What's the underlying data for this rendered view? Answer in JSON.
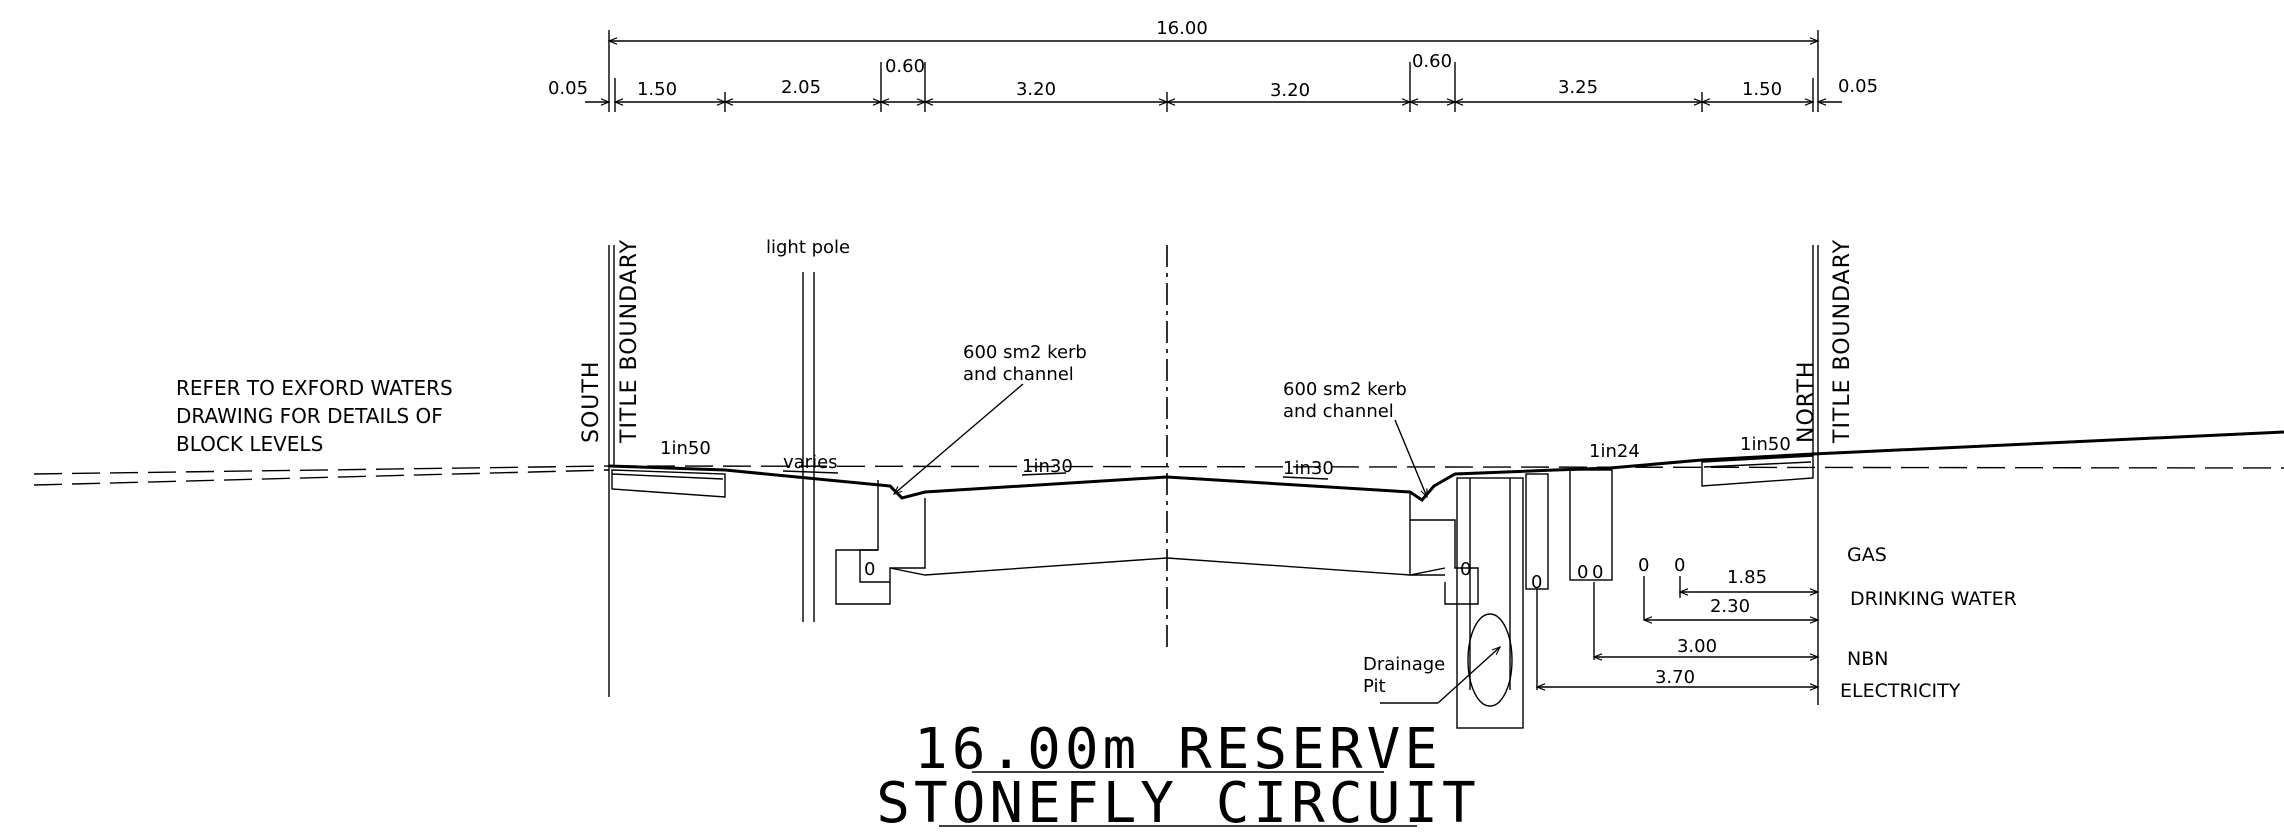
{
  "dimensions_top": {
    "overall": "16.00",
    "segments": [
      "0.05",
      "1.50",
      "2.05",
      "0.60",
      "3.20",
      "3.20",
      "0.60",
      "3.25",
      "1.50",
      "0.05"
    ]
  },
  "labels": {
    "light_pole": "light pole",
    "kerb_left_1": "600 sm2 kerb",
    "kerb_left_2": "and channel",
    "kerb_right_1": "600 sm2 kerb",
    "kerb_right_2": "and channel",
    "refer_1": "REFER TO EXFORD WATERS",
    "refer_2": "DRAWING FOR DETAILS OF",
    "refer_3": "BLOCK LEVELS",
    "south": "SOUTH",
    "south_title": "TITLE BOUNDARY",
    "north": "NORTH",
    "north_title": "TITLE BOUNDARY",
    "drainage_1": "Drainage",
    "drainage_2": "Pit",
    "varies": "varies"
  },
  "grades": {
    "g1": "1in50",
    "g2": "1in30",
    "g3": "1in30",
    "g4": "1in24",
    "g5": "1in50"
  },
  "services": {
    "gas_offset": "1.85",
    "water_offset": "2.30",
    "nbn_offset": "3.00",
    "elec_offset": "3.70",
    "gas": "GAS",
    "water": "DRINKING WATER",
    "nbn": "NBN",
    "elec": "ELECTRICITY",
    "pipe_mark": "0"
  },
  "title": {
    "line1": "16.00m RESERVE",
    "line2": "STONEFLY CIRCUIT"
  }
}
